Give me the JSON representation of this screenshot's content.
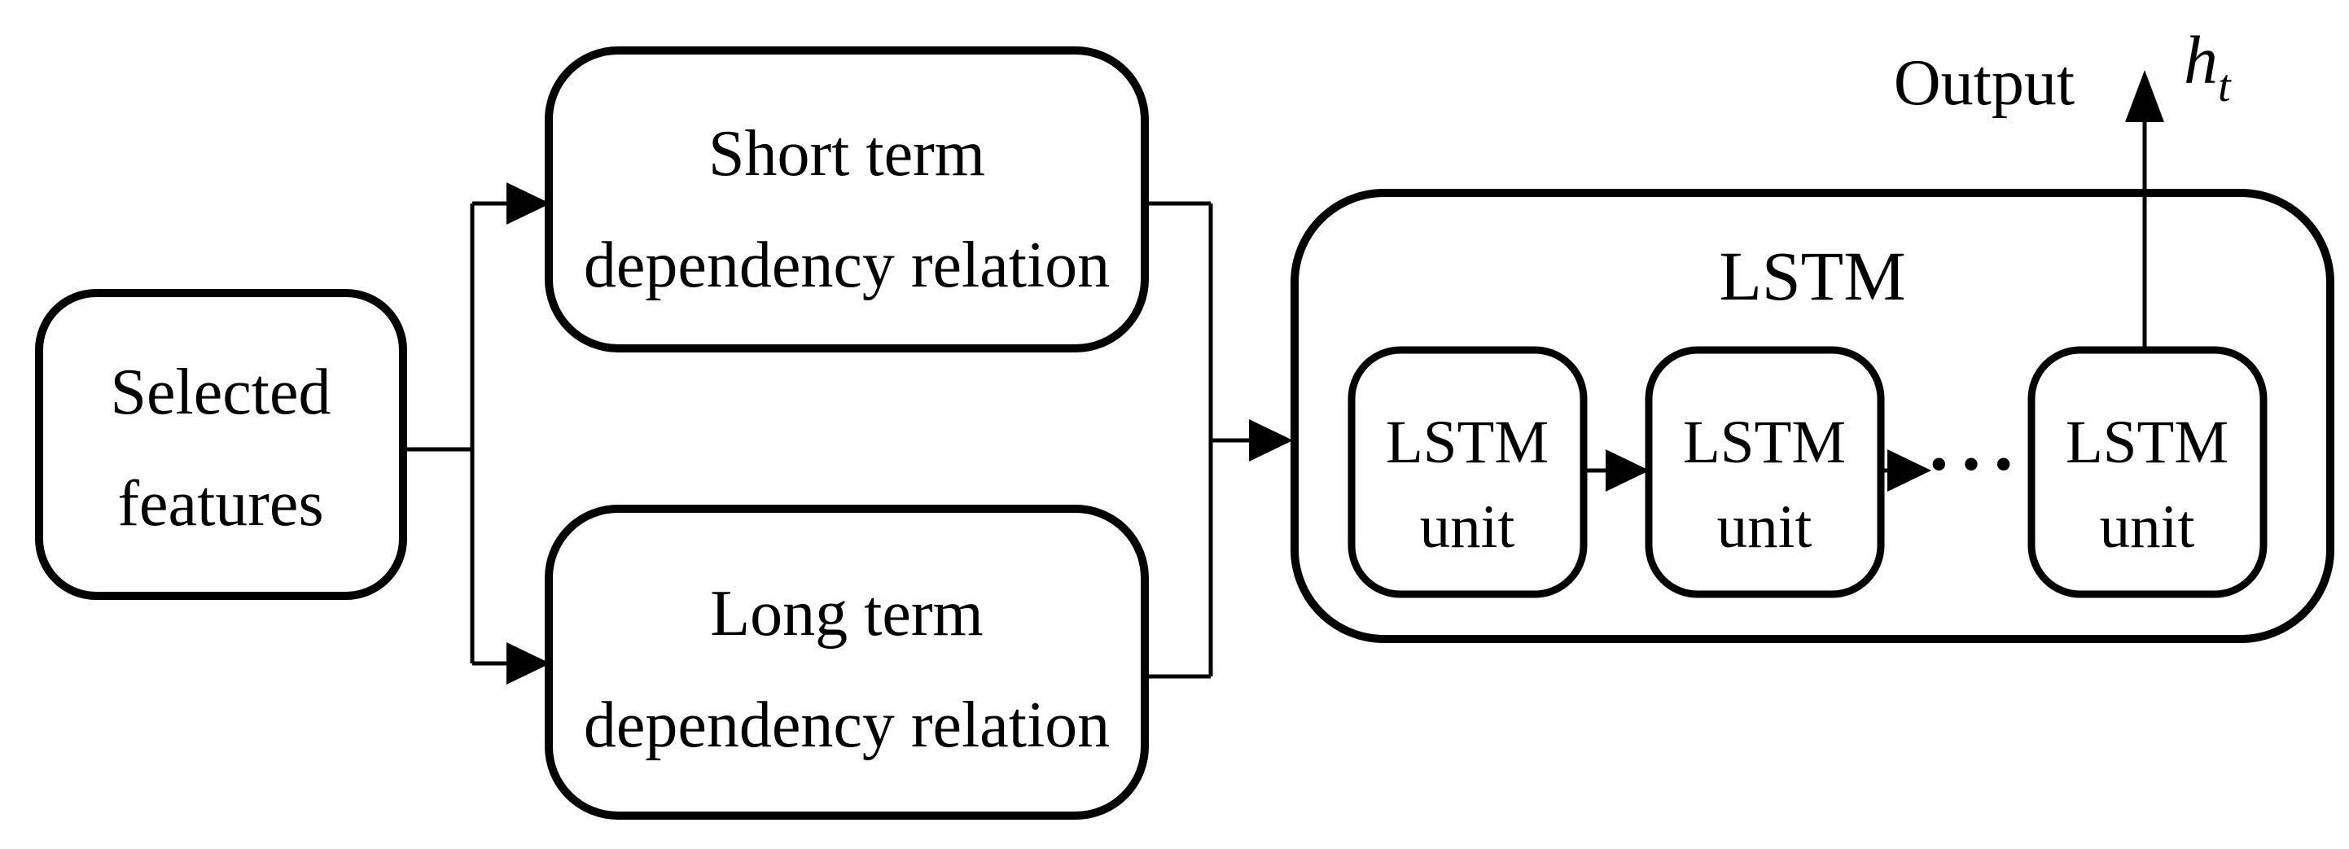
{
  "diagram": {
    "background_color": "#ffffff",
    "stroke_color": "#000000",
    "nodes": {
      "selected_features": {
        "line1": "Selected",
        "line2": "features"
      },
      "short_term": {
        "line1": "Short term",
        "line2": "dependency relation"
      },
      "long_term": {
        "line1": "Long term",
        "line2": "dependency relation"
      },
      "lstm_container": {
        "title": "LSTM"
      },
      "lstm_unit_1": {
        "line1": "LSTM",
        "line2": "unit"
      },
      "lstm_unit_2": {
        "line1": "LSTM",
        "line2": "unit"
      },
      "lstm_unit_3": {
        "line1": "LSTM",
        "line2": "unit"
      }
    },
    "labels": {
      "output": "Output",
      "hidden_state": {
        "base": "h",
        "subscript": "t"
      },
      "ellipsis": "···"
    }
  }
}
